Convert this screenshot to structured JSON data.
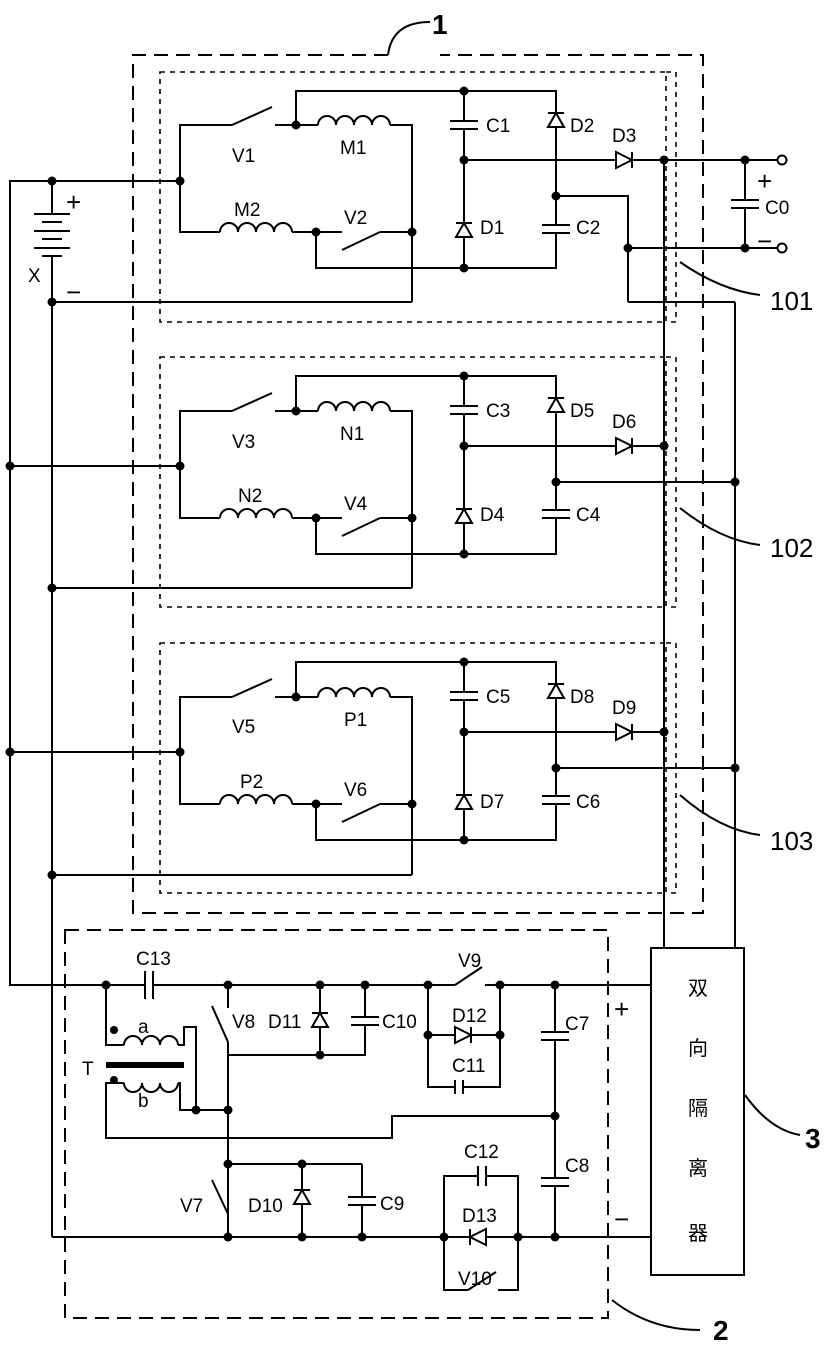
{
  "labels": {
    "block1": "1",
    "block2": "2",
    "block3": "3",
    "sub101": "101",
    "sub102": "102",
    "sub103": "103",
    "battery": "X",
    "transformer": "T",
    "winding_a": "a",
    "winding_b": "b",
    "plus": "+",
    "minus": "−"
  },
  "isolator": {
    "chars": [
      "双",
      "向",
      "隔",
      "离",
      "器"
    ]
  },
  "components": {
    "switches": [
      "V1",
      "V2",
      "V3",
      "V4",
      "V5",
      "V6",
      "V7",
      "V8",
      "V9",
      "V10"
    ],
    "inductors": [
      "M1",
      "M2",
      "N1",
      "N2",
      "P1",
      "P2"
    ],
    "capacitors": [
      "C0",
      "C1",
      "C2",
      "C3",
      "C4",
      "C5",
      "C6",
      "C7",
      "C8",
      "C9",
      "C10",
      "C11",
      "C12",
      "C13"
    ],
    "diodes": [
      "D1",
      "D2",
      "D3",
      "D4",
      "D5",
      "D6",
      "D7",
      "D8",
      "D9",
      "D10",
      "D11",
      "D12",
      "D13"
    ]
  }
}
